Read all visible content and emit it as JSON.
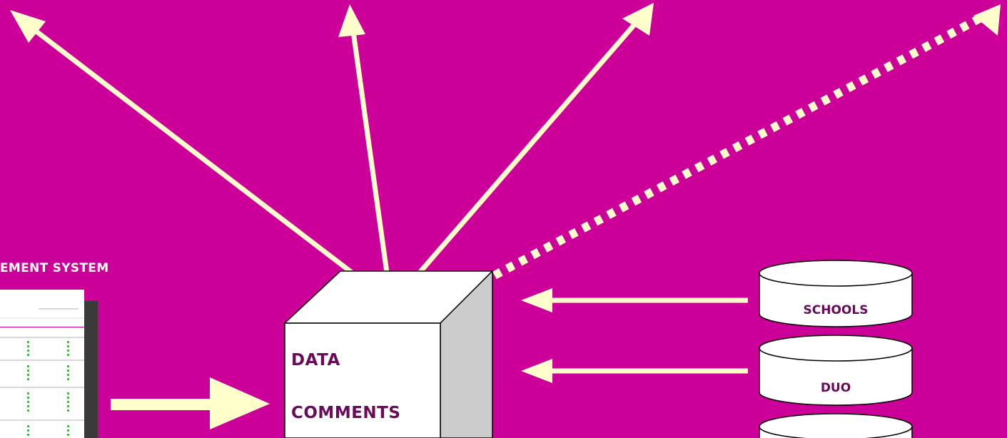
{
  "left_panel": {
    "title": "EMENT SYSTEM"
  },
  "central_box": {
    "line1": "DATA",
    "line2": "COMMENTS"
  },
  "databases": [
    {
      "label": "SCHOOLS"
    },
    {
      "label": "DUO"
    },
    {
      "label": ""
    }
  ],
  "colors": {
    "background": "#cc0099",
    "arrow": "#ffffcc",
    "box_front": "#ffffff",
    "box_side": "#cccccc",
    "label_text": "#6a0a5a"
  }
}
